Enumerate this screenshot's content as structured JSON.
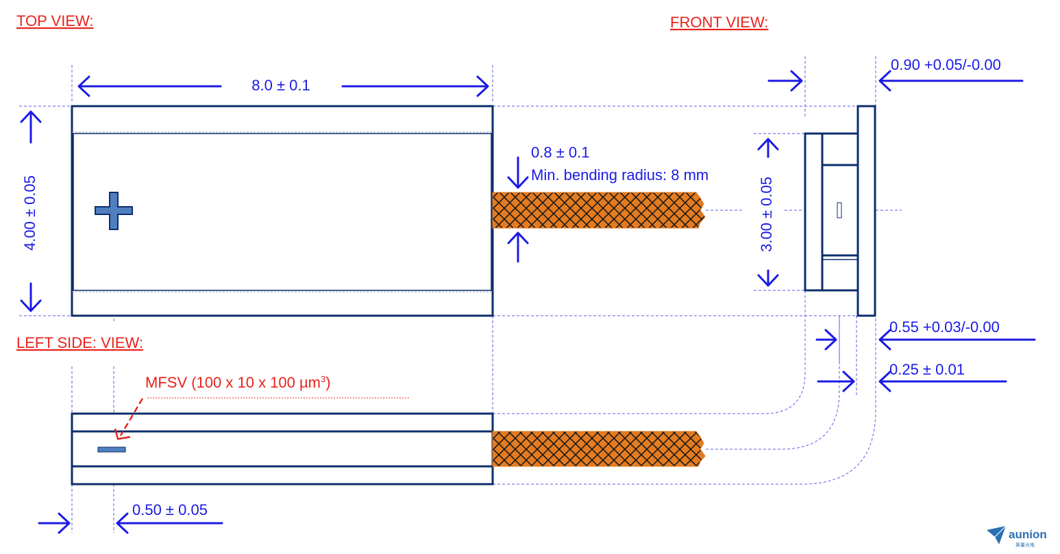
{
  "views": {
    "top": "TOP VIEW:",
    "front": "FRONT VIEW:",
    "left_side": "LEFT SIDE: VIEW:"
  },
  "dimensions": {
    "length": "8.0 ± 0.1",
    "width": "4.00 ± 0.05",
    "cable_diameter": "0.8 ± 0.1",
    "bending_radius": "Min. bending radius: 8 mm",
    "height": "3.00 ± 0.05",
    "front_total": "0.90 +0.05/-0.00",
    "front_mid": "0.55 +0.03/-0.00",
    "front_thin": "0.25 ± 0.01",
    "depth_offset": "0.50 ± 0.05"
  },
  "annotation": {
    "mfsv_label": "MFSV (100 x 10 x 100 µm",
    "mfsv_superscript": "3",
    "mfsv_suffix": ")"
  },
  "logo": {
    "name": "aunion",
    "subtitle": "昊量光电"
  },
  "colors": {
    "outline": "#0b2e6b",
    "dimension": "#1a1ae6",
    "annotation": "#e8231c",
    "cable": "#e47b20",
    "marker": "#4f7fbf"
  }
}
